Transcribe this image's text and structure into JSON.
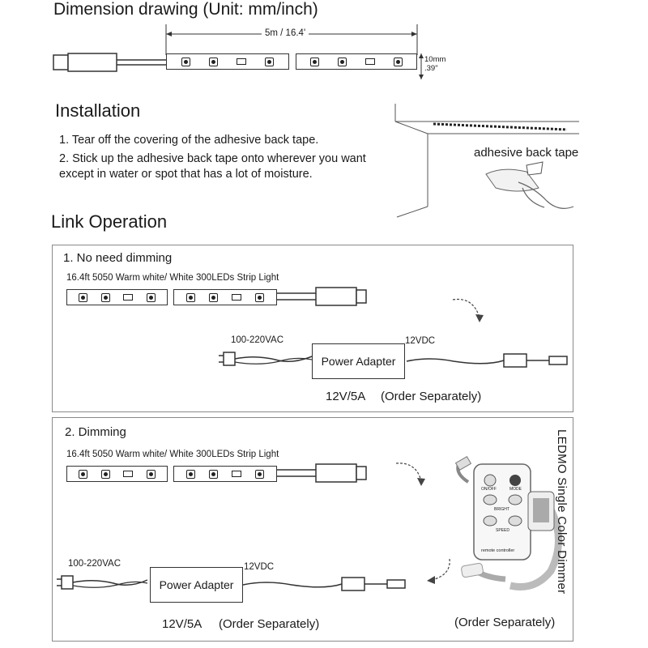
{
  "dimension": {
    "title": "Dimension drawing (Unit: mm/inch)",
    "length_label": "5m / 16.4'",
    "width_label_mm": "10mm",
    "width_label_in": ".39\""
  },
  "installation": {
    "title": "Installation",
    "step1": "1. Tear off the covering of the adhesive back tape.",
    "step2_line1": "2. Stick up the adhesive back tape onto wherever you want",
    "step2_line2": "except in water or spot that has a lot of moisture.",
    "tape_label": "adhesive back tape"
  },
  "link": {
    "title": "Link Operation",
    "no_dimming": {
      "heading": "1. No need dimming",
      "strip_label": "16.4ft 5050 Warm white/ White 300LEDs Strip Light",
      "ac_label": "100-220VAC",
      "dc_label": "12VDC",
      "adapter_label": "Power Adapter",
      "rating": "12V/5A",
      "order_note": "(Order Separately)"
    },
    "dimming": {
      "heading": "2. Dimming",
      "strip_label": "16.4ft 5050 Warm white/ White 300LEDs Strip Light",
      "ac_label": "100-220VAC",
      "dc_label": "12VDC",
      "adapter_label": "Power Adapter",
      "rating": "12V/5A",
      "order_note": "(Order Separately)",
      "dimmer_label": "LEDMO Single Color Dimmer",
      "dimmer_order_note": "(Order Separately)",
      "remote": {
        "btn_top_left": "ON/OFF",
        "btn_top_right": "MODE",
        "btn_mid": "BRIGHT",
        "btn_bottom": "SPEED",
        "footer": "remote controller"
      }
    }
  }
}
